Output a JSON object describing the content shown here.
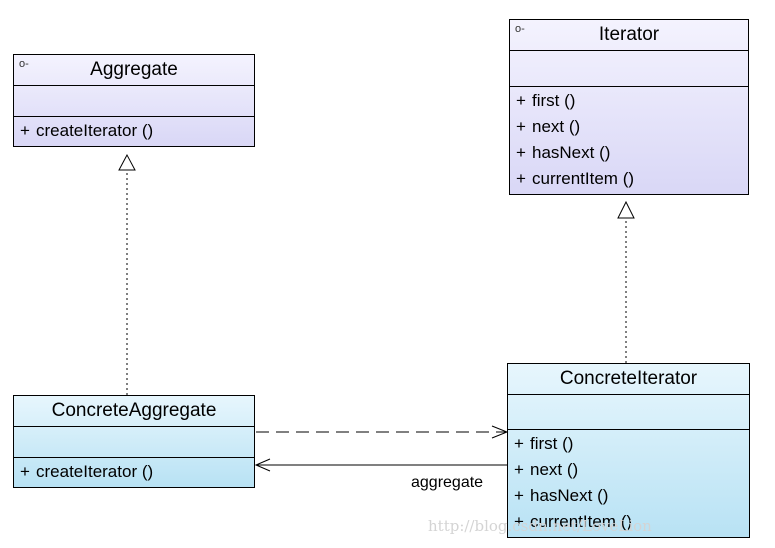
{
  "classes": {
    "aggregate": {
      "stereotype_icon": "o-",
      "name": "Aggregate",
      "operations": [
        {
          "visibility": "+",
          "signature": "createIterator ()"
        }
      ]
    },
    "iterator": {
      "stereotype_icon": "o-",
      "name": "Iterator",
      "operations": [
        {
          "visibility": "+",
          "signature": "first ()"
        },
        {
          "visibility": "+",
          "signature": "next ()"
        },
        {
          "visibility": "+",
          "signature": "hasNext ()"
        },
        {
          "visibility": "+",
          "signature": "currentItem ()"
        }
      ]
    },
    "concrete_aggregate": {
      "name": "ConcreteAggregate",
      "operations": [
        {
          "visibility": "+",
          "signature": "createIterator ()"
        }
      ]
    },
    "concrete_iterator": {
      "name": "ConcreteIterator",
      "operations": [
        {
          "visibility": "+",
          "signature": "first ()"
        },
        {
          "visibility": "+",
          "signature": "next ()"
        },
        {
          "visibility": "+",
          "signature": "hasNext ()"
        },
        {
          "visibility": "+",
          "signature": "currentItem ()"
        }
      ]
    }
  },
  "relations": {
    "association_label": "aggregate"
  },
  "watermark": "http://blog.csdn.net/LoveLion",
  "colors": {
    "interface_fill": "#d9d7f6",
    "concrete_fill": "#b8e2f4",
    "line": "#000000"
  }
}
